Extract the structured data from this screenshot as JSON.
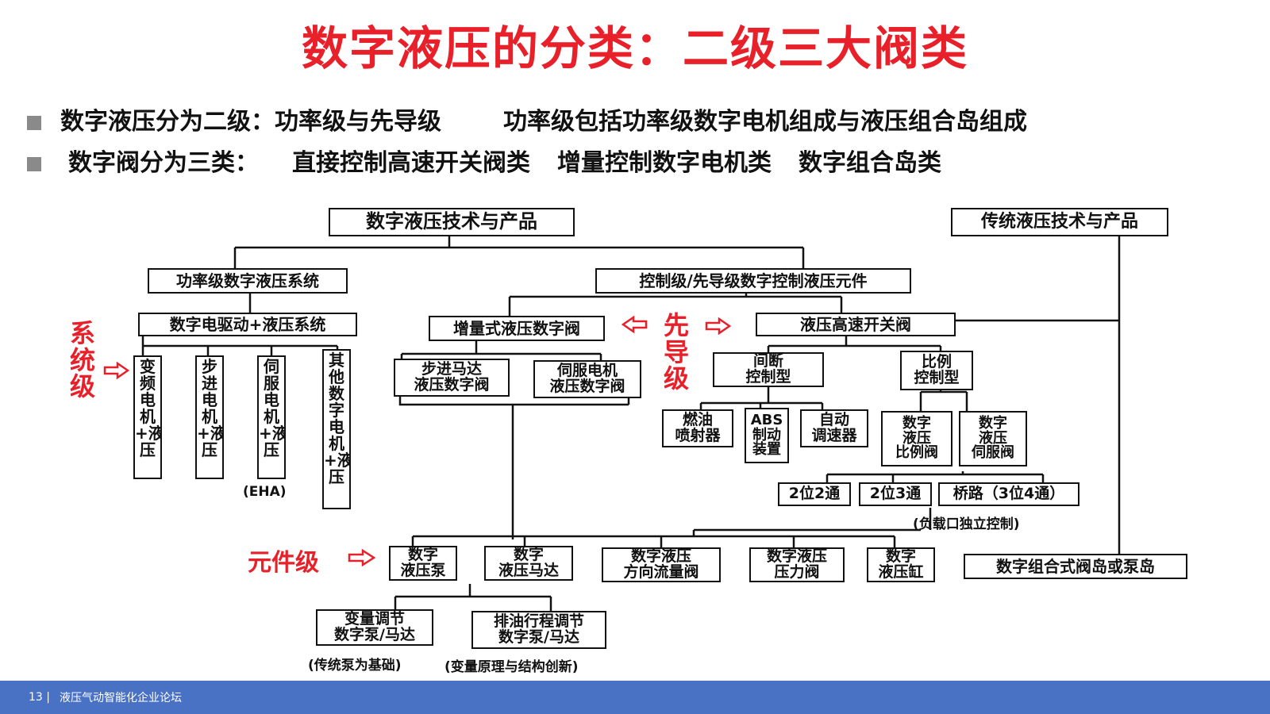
{
  "title": "数字液压的分类：二级三大阀类",
  "bullets": [
    {
      "segments": [
        "数字液压分为二级：功率级与先导级",
        "功率级包括功率级数字电机组成与液压组合岛组成"
      ]
    },
    {
      "segments": [
        "数字阀分为三类：",
        "直接控制高速开关阀类",
        "增量控制数字电机类",
        "数字组合岛类"
      ]
    }
  ],
  "diagram": {
    "root": "数字液压技术与产品",
    "traditional": "传统液压技术与产品",
    "power_level": "功率级数字液压系统",
    "control_level": "控制级/先导级数字控制液压元件",
    "electric_drive": "数字电驱动+液压系统",
    "system_items": [
      "变频电机+液压",
      "步进电机+液压",
      "伺服电机+液压",
      "其他数字电机+液压"
    ],
    "eha_note": "(EHA)",
    "incremental": "增量式液压数字阀",
    "stepper_valve": "步进马达\n液压数字阀",
    "servo_valve": "伺服电机\n液压数字阀",
    "hs_switch": "液压高速开关阀",
    "intermittent": "间断\n控制型",
    "proportional": "比例\n控制型",
    "fuel_inj": "燃油\n喷射器",
    "abs": "ABS\n制动\n装置",
    "auto_trans": "自动\n调速器",
    "dig_prop_valve": "数字\n液压\n比例阀",
    "dig_servo_valve": "数字\n液压\n伺服阀",
    "ways": [
      "2位2通",
      "2位3通",
      "桥路（3位4通）"
    ],
    "load_note": "(负载口独立控制)",
    "components": [
      "数字\n液压泵",
      "数字\n液压马达",
      "数字液压\n方向流量阀",
      "数字液压\n压力阀",
      "数字\n液压缸"
    ],
    "island": "数字组合式阀岛或泵岛",
    "var_adjust": "变量调节\n数字泵/马达",
    "drain_adjust": "排油行程调节\n数字泵/马达",
    "var_note": "(传统泵为基础)",
    "drain_note": "(变量原理与结构创新)",
    "label_system": "系统级",
    "label_pilot": "先导级",
    "label_component": "元件级"
  },
  "footer": {
    "page": "13 |",
    "text": "液压气动智能化企业论坛"
  },
  "colors": {
    "accent_red": "#e8202a",
    "footer_blue": "#4a72c4",
    "bullet_gray": "#8a8a8a"
  }
}
